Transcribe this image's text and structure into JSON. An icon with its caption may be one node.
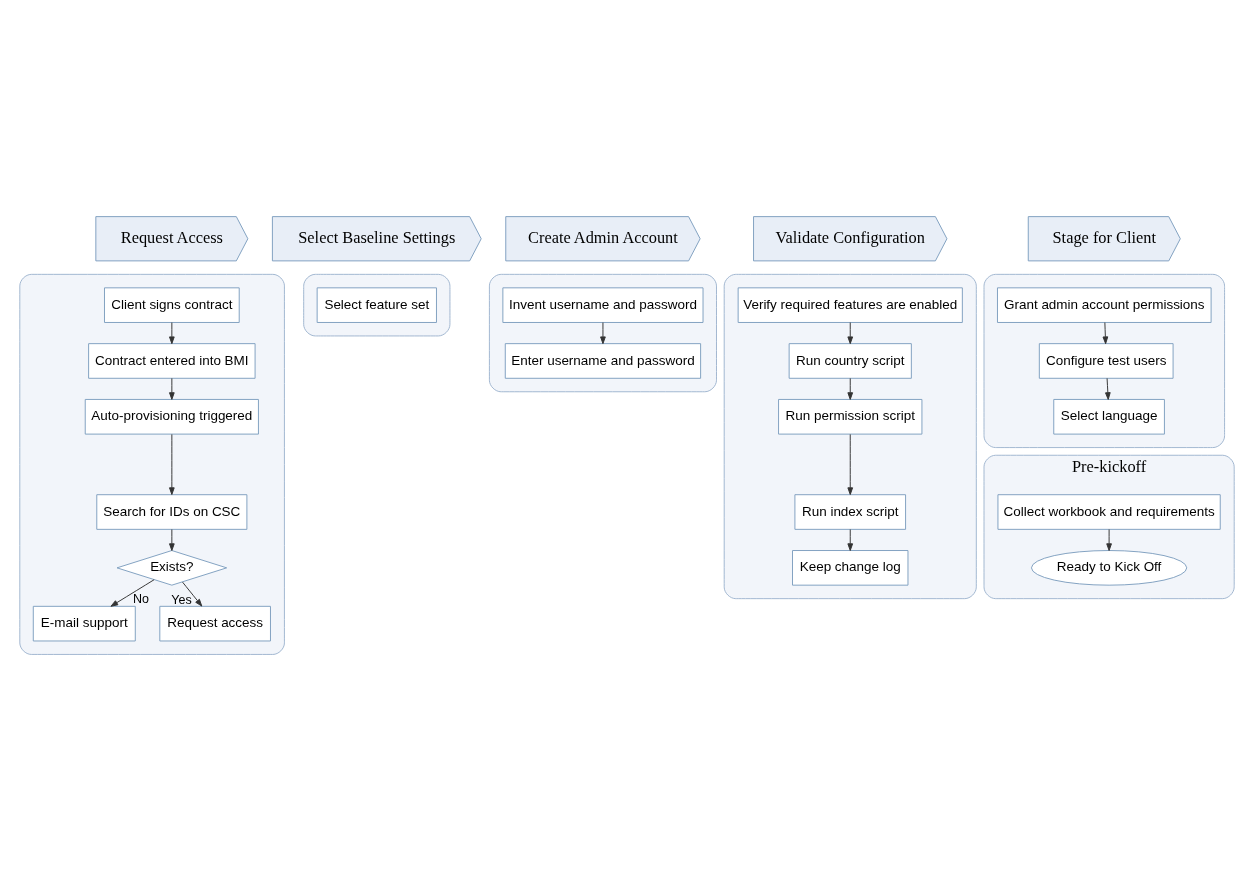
{
  "diagram": {
    "nodes": [
      {
        "text": [
          "Request Access"
        ]
      },
      {
        "text": [
          "Select Baseline Settings"
        ]
      },
      {
        "text": [
          "Create Admin Account"
        ]
      },
      {
        "text": [
          "Validate Configuration"
        ]
      },
      {
        "text": [
          "Stage for Client"
        ]
      },
      {
        "text": [],
        "shape": "box"
      },
      {
        "text": [
          "Client signs contract"
        ],
        "in": 5
      },
      {
        "text": [
          "Contract entered into BMI"
        ],
        "in": 5
      },
      {
        "text": [
          "Auto-provisioning triggered"
        ],
        "in": 5
      },
      {
        "text": [
          "Search for IDs on CSC"
        ],
        "in": 5
      },
      {
        "text": [
          "Exists?"
        ],
        "in": 5
      },
      {
        "text": [
          "E-mail support"
        ],
        "in": 5
      },
      {
        "text": [
          "Request access"
        ],
        "in": 5
      },
      {
        "text": [],
        "shape": "box"
      },
      {
        "text": [
          "Select feature set"
        ],
        "in": 13
      },
      {
        "text": [],
        "shape": "box"
      },
      {
        "text": [
          "Invent username and password"
        ],
        "in": 15
      },
      {
        "text": [
          "Enter username and password"
        ],
        "in": 15
      },
      {
        "text": [],
        "shape": "box"
      },
      {
        "text": [
          "Verify required features are enabled"
        ],
        "in": 18
      },
      {
        "text": [
          "Run country script"
        ],
        "in": 18
      },
      {
        "text": [
          "Run permission script"
        ],
        "in": 18
      },
      {
        "text": [
          "Run index script"
        ],
        "in": 18
      },
      {
        "text": [
          "Keep change log"
        ],
        "in": 18
      },
      {
        "text": [],
        "shape": "box"
      },
      {
        "text": [
          "Grant admin account permissions"
        ],
        "in": 24
      },
      {
        "text": [
          "Configure test users"
        ],
        "in": 24
      },
      {
        "text": [
          "Select language"
        ],
        "in": 24
      },
      {
        "text": [
          "Pre-kickoff"
        ]
      },
      {
        "text": [
          "Collect workbook and requirements"
        ],
        "in": 28
      },
      {
        "text": [
          "Ready to Kick Off"
        ],
        "in": 28
      }
    ],
    "edges": [
      {
        "from": 6,
        "to": 7,
        "arrow": "to"
      },
      {
        "from": 7,
        "to": 8,
        "arrow": "to"
      },
      {
        "from": 8,
        "to": 9,
        "arrow": "to"
      },
      {
        "from": 9,
        "to": 10,
        "arrow": "to"
      },
      {
        "from": 10,
        "to": 11,
        "arrow": "to",
        "label": "No"
      },
      {
        "from": 10,
        "to": 12,
        "arrow": "to",
        "label": "Yes"
      },
      {
        "from": 16,
        "to": 17,
        "arrow": "to"
      },
      {
        "from": 19,
        "to": 20,
        "arrow": "to"
      },
      {
        "from": 20,
        "to": 21,
        "arrow": "to"
      },
      {
        "from": 21,
        "to": 22,
        "arrow": "to"
      },
      {
        "from": 22,
        "to": 23,
        "arrow": "to"
      },
      {
        "from": 25,
        "to": 26,
        "arrow": "to"
      },
      {
        "from": 26,
        "to": 27,
        "arrow": "to"
      },
      {
        "from": 29,
        "to": 30,
        "arrow": "to"
      }
    ]
  }
}
